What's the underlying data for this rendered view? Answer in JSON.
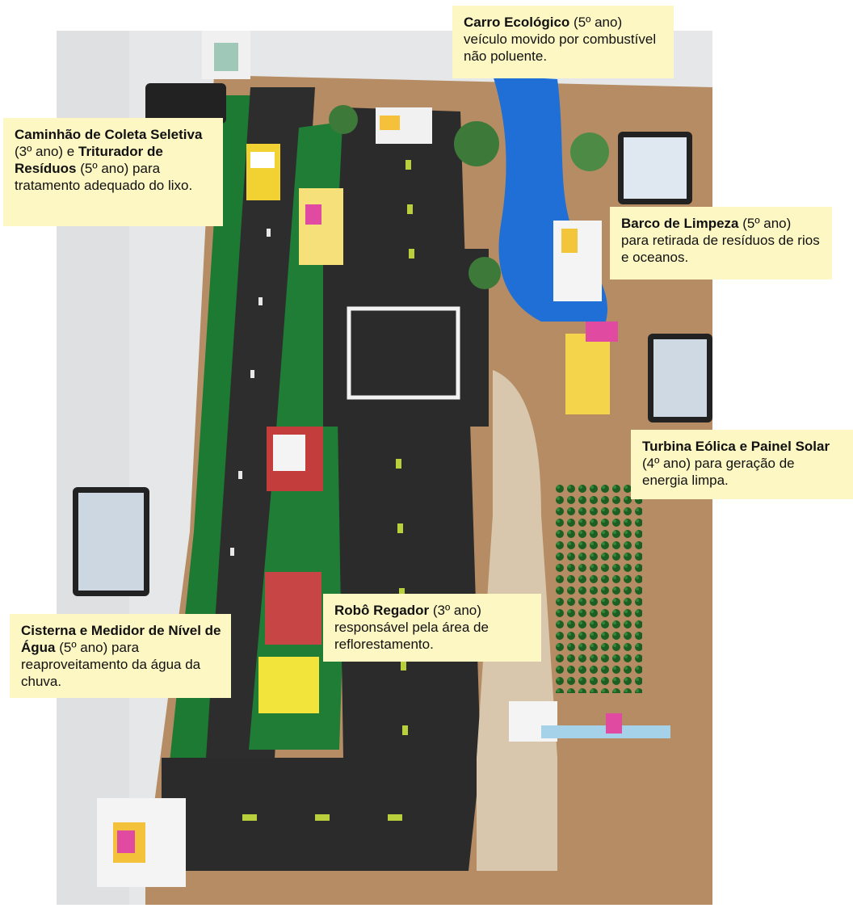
{
  "callouts": {
    "carro": {
      "title": "Carro Ecológico",
      "grade": " (5º ano)",
      "desc": "veículo movido por combustível não poluente."
    },
    "caminhao": {
      "title1": "Caminhão de Coleta Seletiva",
      "grade1": " (3º ano) e",
      "title2": "Triturador de Resíduos",
      "desc": "(5º ano) para tratamento adequado do lixo."
    },
    "barco": {
      "title": "Barco de Limpeza",
      "grade": " (5º ano)",
      "desc": "para retirada de resíduos de rios e oceanos."
    },
    "turbina": {
      "title": "Turbina Eólica e Painel Solar",
      "grade": " (4º ano) para",
      "desc": "geração de energia limpa."
    },
    "robo": {
      "title": "Robô Regador",
      "grade": " (3º ano)",
      "desc": "responsável pela área de reflorestamento."
    },
    "cisterna": {
      "title": "Cisterna e Medidor de Nível de Água",
      "grade": " (5º ano)",
      "desc": "para reaproveitamento da água da chuva."
    }
  },
  "colors": {
    "cardboard": "#b08a63",
    "road": "#2e2e2e",
    "grass": "#1f7a32",
    "river": "#1f6fd6",
    "callout_bg": "#fdf7c3",
    "table": "#e8e9ea"
  },
  "icons": [
    "tablet-icon",
    "tree-icon",
    "lego-model-icon",
    "boat-icon",
    "car-icon",
    "truck-icon",
    "wind-turbine-icon",
    "house-icon"
  ]
}
